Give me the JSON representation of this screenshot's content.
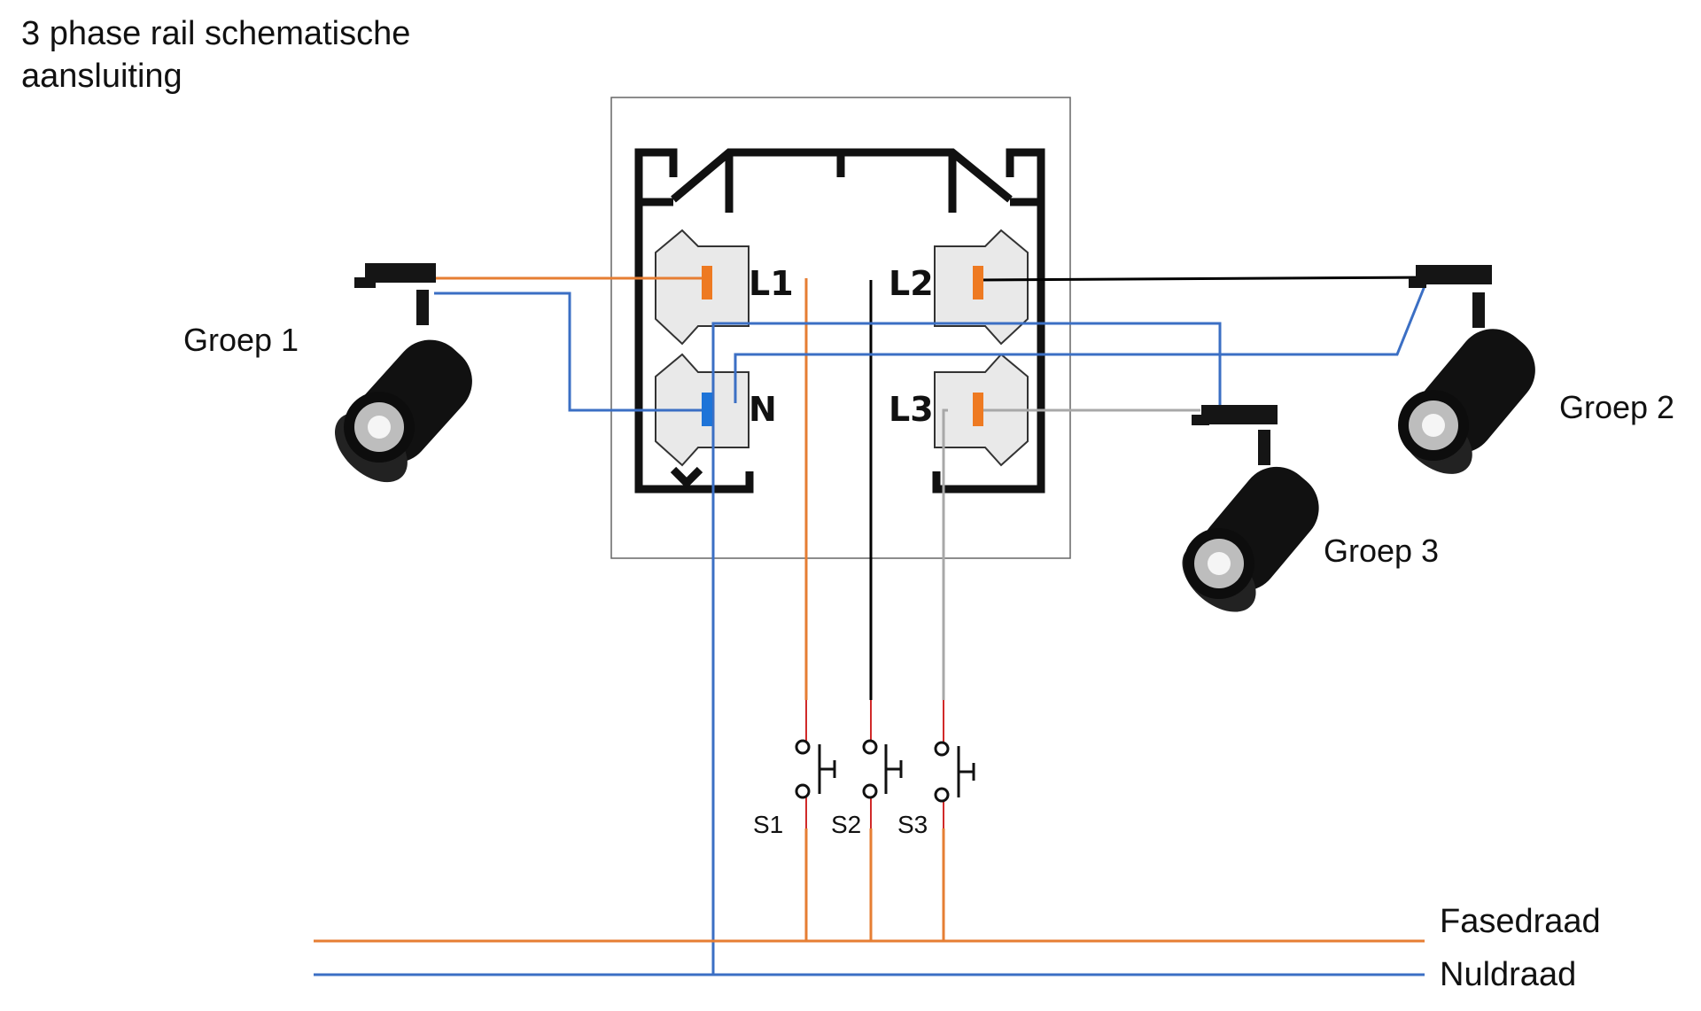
{
  "title": "3 phase rail schematische\naansluiting",
  "terminals": {
    "l1": "L1",
    "l2": "L2",
    "l3": "L3",
    "n": "N"
  },
  "groups": {
    "g1": "Groep 1",
    "g2": "Groep 2",
    "g3": "Groep 3"
  },
  "switches": {
    "s1": "S1",
    "s2": "S2",
    "s3": "S3"
  },
  "legend": {
    "phase": "Fasedraad",
    "neutral": "Nuldraad"
  },
  "colors": {
    "phase_wire": "#e67e33",
    "neutral_wire": "#3b6fc4",
    "l2_wire": "#000000",
    "l3_wire": "#a8a8a8",
    "terminal_phase": "#ee7a22",
    "terminal_neutral": "#1e74d8",
    "rail": "#111111",
    "housing": "#e9e9e9"
  },
  "icons": {
    "spotlight": "track-spotlight-icon",
    "adapter": "track-adapter-icon",
    "switch": "push-switch-icon"
  }
}
